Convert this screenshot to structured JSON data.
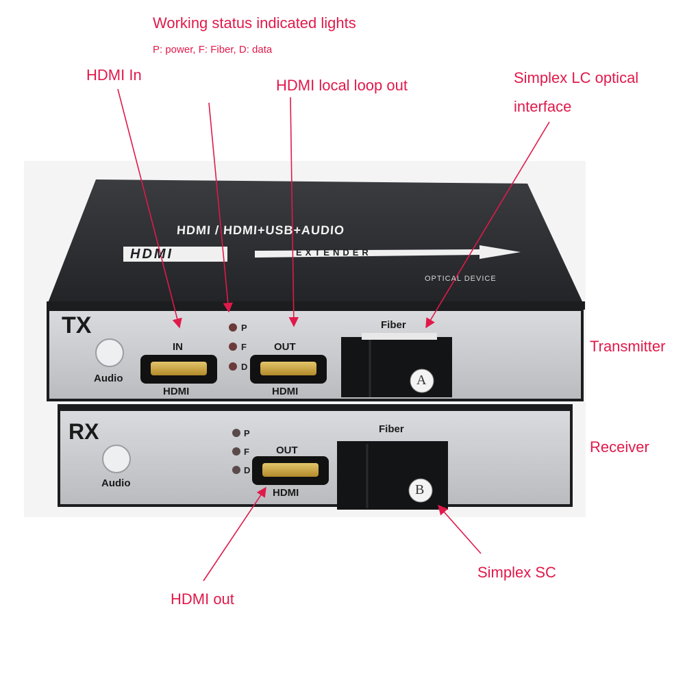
{
  "annotations": {
    "status_lights_title": "Working status indicated lights",
    "status_lights_legend": "P: power, F: Fiber, D: data",
    "hdmi_in": "HDMI In",
    "hdmi_loop_out": "HDMI local loop out",
    "lc_interface_line1": "Simplex LC optical",
    "lc_interface_line2": "interface",
    "transmitter": "Transmitter",
    "receiver": "Receiver",
    "simplex_sc": "Simplex SC",
    "hdmi_out": "HDMI out"
  },
  "device_top": {
    "line1": "HDMI / HDMI+USB+AUDIO",
    "logo": "HDMI",
    "extender": "EXTENDER",
    "optical": "OPTICAL DEVICE"
  },
  "tx_panel": {
    "label": "TX",
    "audio": "Audio",
    "in_label": "IN",
    "in_port": "HDMI",
    "out_label": "OUT",
    "out_port": "HDMI",
    "led_p": "P",
    "led_f": "F",
    "led_d": "D",
    "fiber": "Fiber",
    "connector": "A"
  },
  "rx_panel": {
    "label": "RX",
    "audio": "Audio",
    "out_label": "OUT",
    "out_port": "HDMI",
    "led_p": "P",
    "led_f": "F",
    "led_d": "D",
    "fiber": "Fiber",
    "connector": "B"
  },
  "colors": {
    "annotation": "#e0194a",
    "panel": "#c9cbcf",
    "housing": "#2b2d31"
  }
}
